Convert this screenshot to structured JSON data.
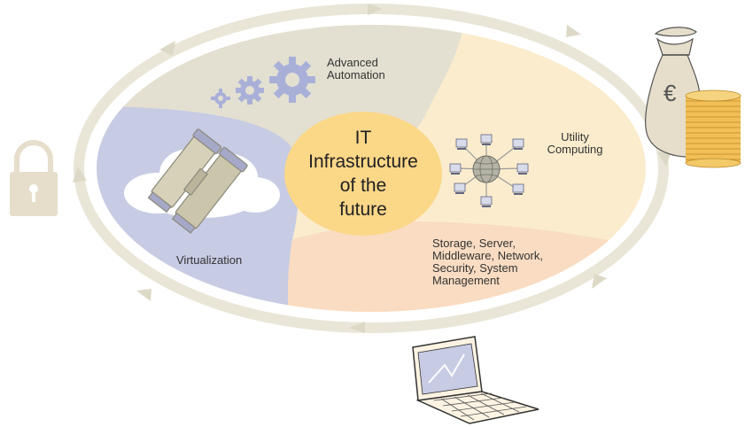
{
  "center": {
    "lines": [
      "IT",
      "Infrastructure",
      "of the",
      "future"
    ]
  },
  "segments": {
    "advanced_automation": {
      "lines": [
        "Advanced",
        "Automation"
      ],
      "color": "#e3e0d2"
    },
    "utility_computing": {
      "lines": [
        "Utility",
        "Computing"
      ],
      "color": "#fbeccd"
    },
    "storage": {
      "lines": [
        "Storage, Server,",
        "Middleware, Network,",
        "Security, System",
        "Management"
      ],
      "color": "#f9dcc2"
    },
    "virtualization": {
      "lines": [
        "Virtualization"
      ],
      "color": "#c7cbe4"
    }
  },
  "colors": {
    "center_fill": "#fbd788",
    "ring": "#e9e6d8",
    "ring_arrow": "#ddd9c7",
    "icon_beige": "#e6decb",
    "gear": "#a9b0d8",
    "coin": "#f4c968"
  },
  "icons": [
    "gears-icon",
    "binoculars-icon",
    "cloud-icon",
    "network-icon",
    "lock-icon",
    "money-bag-icon",
    "euro-icon",
    "coin-stack-icon",
    "laptop-icon"
  ]
}
